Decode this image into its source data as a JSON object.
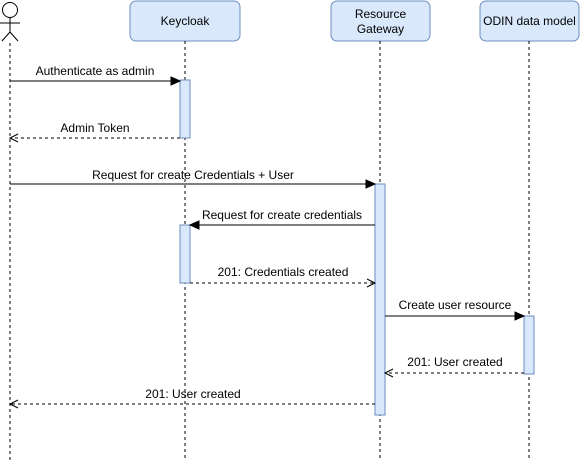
{
  "participants": [
    {
      "id": "keycloak",
      "label": "Keycloak"
    },
    {
      "id": "gateway",
      "label_lines": [
        "Resource",
        "Gateway"
      ]
    },
    {
      "id": "odin",
      "label": "ODIN data model"
    }
  ],
  "messages": [
    {
      "id": "authenticate",
      "label": "Authenticate as admin",
      "style": "solid"
    },
    {
      "id": "admin-token",
      "label": "Admin Token",
      "style": "dashed"
    },
    {
      "id": "request-create-credentials-user",
      "label": "Request for create Credentials + User",
      "style": "solid"
    },
    {
      "id": "request-create-credentials",
      "label": "Request for create credentials",
      "style": "solid"
    },
    {
      "id": "credentials-created",
      "label": "201: Credentials created",
      "style": "dashed"
    },
    {
      "id": "create-user-resource",
      "label": "Create user resource",
      "style": "solid"
    },
    {
      "id": "user-created-from-odin",
      "label": "201: User created",
      "style": "dashed"
    },
    {
      "id": "user-created-to-admin",
      "label": "201: User created",
      "style": "dashed"
    }
  ],
  "colors": {
    "box_fill": "#dae8fc",
    "box_stroke": "#6c8ebf",
    "line": "#000000"
  }
}
